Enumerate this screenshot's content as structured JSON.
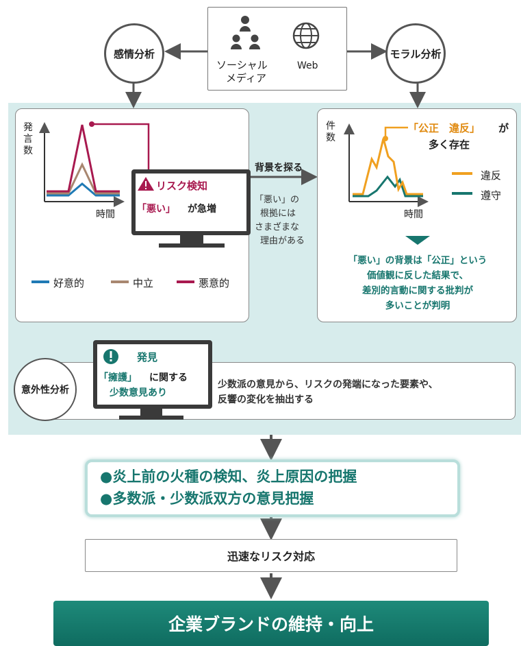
{
  "source": {
    "social_label_1": "ソーシャル",
    "social_label_2": "メディア",
    "web_label": "Web"
  },
  "sentiment": {
    "circle_label": "感情分析",
    "y_label": "発言数",
    "x_label": "時間",
    "alert_title": "リスク検知",
    "alert_quote": "「悪い」",
    "alert_rest": "が急増",
    "legend": [
      "好意的",
      "中立",
      "悪意的"
    ],
    "colors": {
      "positive": "#1f7ab5",
      "neutral": "#a88770",
      "negative": "#a8194f"
    }
  },
  "middle": {
    "title": "背景を探る",
    "note": [
      "「悪い」の",
      "根拠には",
      "さまざまな",
      "理由がある"
    ]
  },
  "moral": {
    "circle_label": "モラル分析",
    "y_label": "件数",
    "x_label": "時間",
    "callout_quote": "「公正　違反」",
    "callout_rest": "が",
    "callout_line2": "多く存在",
    "legend": [
      "違反",
      "遵守"
    ],
    "colors": {
      "violation": "#f0a020",
      "compliance": "#17766e"
    },
    "conclusion": [
      "「悪い」の背景は「公正」という",
      "価値観に反した結果で、",
      "差別的言動に関する批判が",
      "多いことが判明"
    ]
  },
  "surprise": {
    "circle_label": "意外性分析",
    "monitor_title": "発見",
    "monitor_quote": "「擁護」",
    "monitor_rest": "に関する",
    "monitor_line3": "少数意見あり",
    "description": [
      "少数派の意見から、リスクの発端になった要素や、",
      "反響の変化を抽出する"
    ]
  },
  "outcome": {
    "bullets": [
      "炎上前の火種の検知、炎上原因の把握",
      "多数派・少数派双方の意見把握"
    ]
  },
  "response": {
    "label": "迅速なリスク対応"
  },
  "final": {
    "label": "企業ブランドの維持・向上"
  }
}
